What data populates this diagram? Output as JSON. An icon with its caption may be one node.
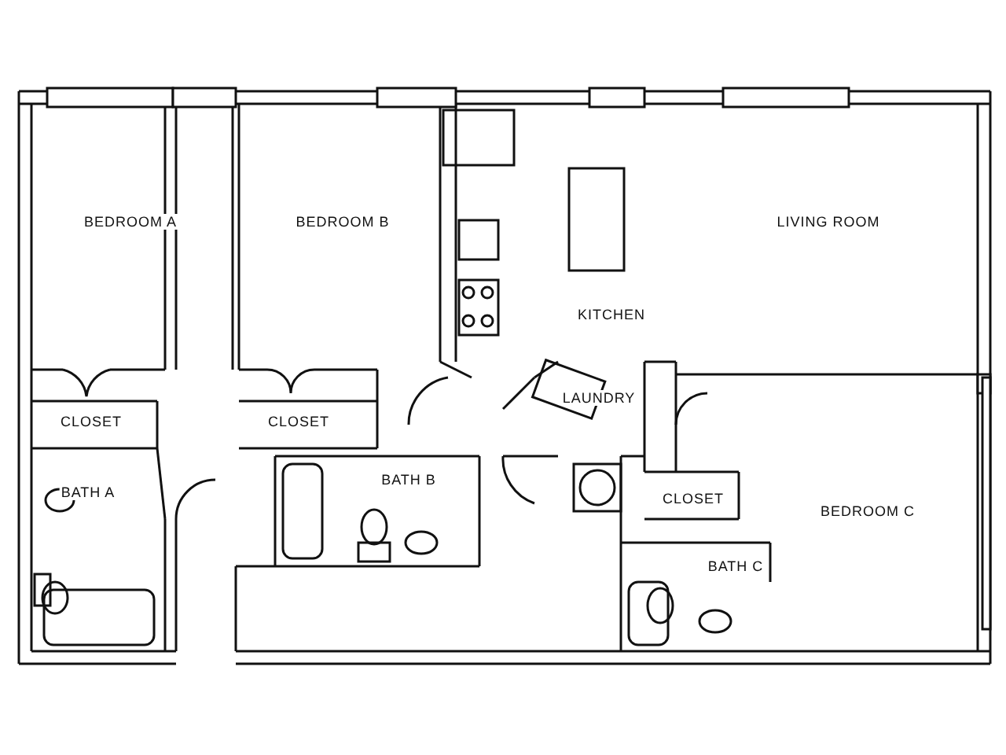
{
  "diagram": {
    "labels": [
      "BEDROOM A",
      "BEDROOM B",
      "LIVING ROOM",
      "KITCHEN",
      "LAUNDRY",
      "CLOSET",
      "CLOSET",
      "BATH A",
      "BATH B",
      "CLOSET",
      "BEDROOM C",
      "BATH C"
    ]
  }
}
